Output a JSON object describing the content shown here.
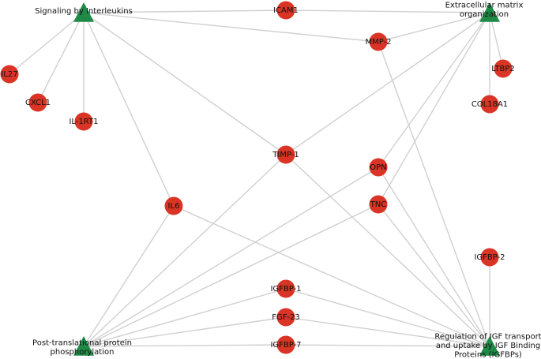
{
  "colors": {
    "gene": "#d93425",
    "pathway": "#1f8a47",
    "edge": "#d0d0d0"
  },
  "nodes": [
    {
      "id": "sig",
      "type": "pathway",
      "lines": [
        "Signaling by Interleukins"
      ]
    },
    {
      "id": "ecm",
      "type": "pathway",
      "lines": [
        "Extracellular matrix",
        "organization"
      ]
    },
    {
      "id": "ptp",
      "type": "pathway",
      "lines": [
        "Post-translational protein",
        "phosphorylation"
      ]
    },
    {
      "id": "reg",
      "type": "pathway",
      "lines": [
        "Regulation of IGF transport",
        "and uptake by IGF Binding",
        "Proteins (IGFBPs)"
      ]
    },
    {
      "id": "icam1",
      "type": "gene",
      "lines": [
        "ICAM1"
      ]
    },
    {
      "id": "mmp2",
      "type": "gene",
      "lines": [
        "MMP-2"
      ]
    },
    {
      "id": "ltbp2",
      "type": "gene",
      "lines": [
        "LTBP2"
      ]
    },
    {
      "id": "col18a1",
      "type": "gene",
      "lines": [
        "COL18A1"
      ]
    },
    {
      "id": "il27",
      "type": "gene",
      "lines": [
        "IL27"
      ]
    },
    {
      "id": "cxcl1",
      "type": "gene",
      "lines": [
        "CXCL1"
      ]
    },
    {
      "id": "il1rt1",
      "type": "gene",
      "lines": [
        "IL-1RT1"
      ]
    },
    {
      "id": "timp1",
      "type": "gene",
      "lines": [
        "TIMP-1"
      ]
    },
    {
      "id": "opn",
      "type": "gene",
      "lines": [
        "OPN"
      ]
    },
    {
      "id": "il6",
      "type": "gene",
      "lines": [
        "IL6"
      ]
    },
    {
      "id": "tnc",
      "type": "gene",
      "lines": [
        "TNC"
      ]
    },
    {
      "id": "igfbp2",
      "type": "gene",
      "lines": [
        "IGFBP-2"
      ]
    },
    {
      "id": "igfbp1",
      "type": "gene",
      "lines": [
        "IGFBP-1"
      ]
    },
    {
      "id": "fgf23",
      "type": "gene",
      "lines": [
        "FGF-23"
      ]
    },
    {
      "id": "igfbp7",
      "type": "gene",
      "lines": [
        "IGFBP-7"
      ]
    }
  ],
  "edges": [
    [
      "sig",
      "icam1"
    ],
    [
      "icam1",
      "ecm"
    ],
    [
      "sig",
      "mmp2"
    ],
    [
      "mmp2",
      "ecm"
    ],
    [
      "sig",
      "il27"
    ],
    [
      "sig",
      "cxcl1"
    ],
    [
      "sig",
      "il1rt1"
    ],
    [
      "sig",
      "timp1"
    ],
    [
      "sig",
      "il6"
    ],
    [
      "ecm",
      "ltbp2"
    ],
    [
      "ecm",
      "col18a1"
    ],
    [
      "ecm",
      "timp1"
    ],
    [
      "ecm",
      "opn"
    ],
    [
      "ecm",
      "tnc"
    ],
    [
      "mmp2",
      "reg"
    ],
    [
      "timp1",
      "reg"
    ],
    [
      "opn",
      "reg"
    ],
    [
      "tnc",
      "reg"
    ],
    [
      "il6",
      "reg"
    ],
    [
      "igfbp2",
      "reg"
    ],
    [
      "igfbp1",
      "reg"
    ],
    [
      "fgf23",
      "reg"
    ],
    [
      "igfbp7",
      "reg"
    ],
    [
      "ptp",
      "il6"
    ],
    [
      "ptp",
      "timp1"
    ],
    [
      "ptp",
      "opn"
    ],
    [
      "ptp",
      "tnc"
    ],
    [
      "ptp",
      "igfbp1"
    ],
    [
      "ptp",
      "fgf23"
    ],
    [
      "ptp",
      "igfbp7"
    ]
  ]
}
